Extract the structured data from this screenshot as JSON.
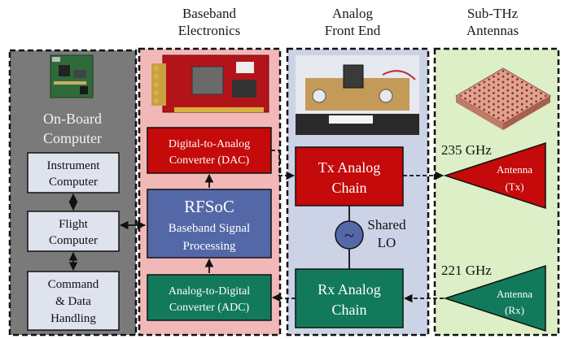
{
  "headers": {
    "baseband": [
      "Baseband",
      "Electronics"
    ],
    "analog": [
      "Analog",
      "Front End"
    ],
    "antennas": [
      "Sub-THz",
      "Antennas"
    ]
  },
  "onboard": {
    "title": [
      "On-Board",
      "Computer"
    ],
    "instrument": [
      "Instrument",
      "Computer"
    ],
    "flight": [
      "Flight",
      "Computer"
    ],
    "cdh": [
      "Command",
      "& Data",
      "Handling"
    ]
  },
  "baseband": {
    "dac": [
      "Digital-to-Analog",
      "Converter (DAC)"
    ],
    "rfsoc_title": "RFSoC",
    "rfsoc_sub": [
      "Baseband Signal",
      "Processing"
    ],
    "adc": [
      "Analog-to-Digital",
      "Converter (ADC)"
    ]
  },
  "analog": {
    "tx": [
      "Tx Analog",
      "Chain"
    ],
    "rx": [
      "Rx Analog",
      "Chain"
    ],
    "lo_symbol": "~",
    "lo_label": [
      "Shared",
      "LO"
    ]
  },
  "antennas": {
    "tx_freq": "235 GHz",
    "rx_freq": "221 GHz",
    "tx_label": [
      "Antenna",
      "(Tx)"
    ],
    "rx_label": [
      "Antenna",
      "(Rx)"
    ]
  },
  "colors": {
    "computer_panel": "#7a7a7a",
    "baseband_panel": "#f2b8b8",
    "analog_panel": "#ccd3e6",
    "antenna_panel": "#dcefc6",
    "red_block": "#c40a0a",
    "blue_block": "#5468a8",
    "green_block": "#127a5a",
    "computer_block": "#dfe3ee"
  }
}
